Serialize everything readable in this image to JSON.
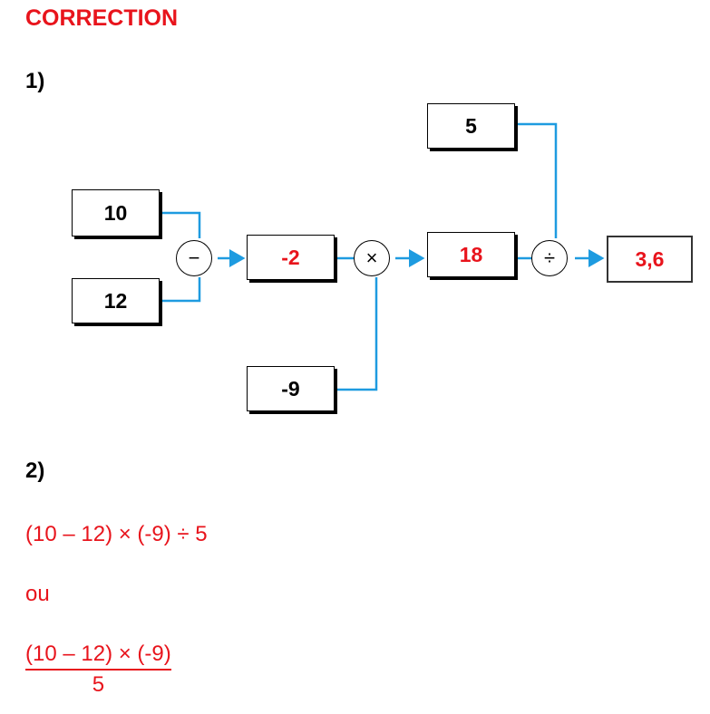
{
  "title": "CORRECTION",
  "q1": {
    "label": "1)"
  },
  "q2": {
    "label": "2)"
  },
  "diagram": {
    "inputs": {
      "a": "10",
      "b": "12",
      "c": "-9",
      "d": "5"
    },
    "ops": {
      "sub": "−",
      "mul": "×",
      "div": "÷"
    },
    "results": {
      "r1": "-2",
      "r2": "18",
      "r3": "3,6"
    }
  },
  "answer": {
    "expr1": "(10 – 12) × (-9) ÷ 5",
    "or": "ou",
    "frac_num": "(10 – 12) × (-9)",
    "frac_den": "5"
  },
  "colors": {
    "red": "#e8141c",
    "line": "#1e9be0"
  }
}
